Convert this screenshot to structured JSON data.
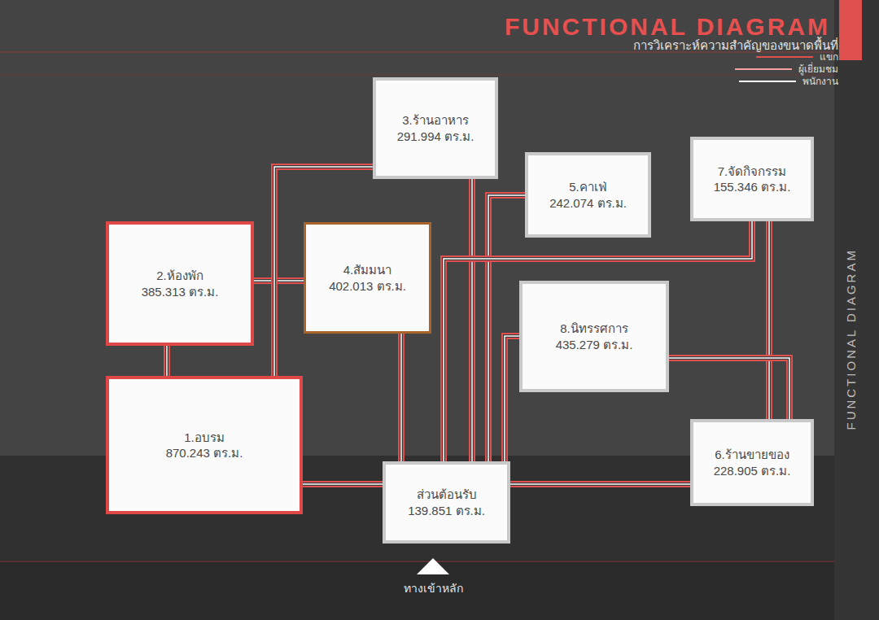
{
  "diagram": {
    "title": "FUNCTIONAL DIAGRAM",
    "nodes": [
      {
        "text": [
          "3.ร้านอาหาร",
          "291.994 ตร.ม."
        ]
      },
      {
        "text": [
          "5.คาเฟ่",
          "242.074 ตร.ม."
        ]
      },
      {
        "text": [
          "7.จัดกิจกรรม",
          "155.346 ตร.ม."
        ]
      },
      {
        "text": [
          "2.ห้องพัก",
          "385.313 ตร.ม."
        ]
      },
      {
        "text": [
          "4.สัมมนา",
          "402.013 ตร.ม."
        ]
      },
      {
        "text": [
          "8.นิทรรศการ",
          "435.279 ตร.ม."
        ]
      },
      {
        "text": [
          "1.อบรม",
          "870.243 ตร.ม."
        ]
      },
      {
        "text": [
          "6.ร้านขายของ",
          "228.905 ตร.ม."
        ]
      },
      {
        "text": [
          "ส่วนต้อนรับ",
          "139.851 ตร.ม."
        ]
      }
    ],
    "edges": [
      {
        "from": 3,
        "to": 6,
        "arrow": "none"
      },
      {
        "from": 3,
        "to": 4,
        "arrow": "none"
      },
      {
        "from": 0,
        "to": 6,
        "arrow": "none"
      },
      {
        "from": 8,
        "to": 6,
        "arrow": "none"
      },
      {
        "from": 8,
        "to": 7,
        "arrow": "none"
      },
      {
        "from": 8,
        "to": 0,
        "arrow": "none"
      },
      {
        "from": 4,
        "to": 8,
        "arrow": "none"
      },
      {
        "from": 8,
        "to": 1,
        "arrow": "none"
      },
      {
        "from": 8,
        "to": 5,
        "arrow": "none"
      },
      {
        "from": 8,
        "to": 2,
        "arrow": "none"
      },
      {
        "from": 2,
        "to": 7,
        "arrow": "none"
      },
      {
        "from": 5,
        "to": 7,
        "arrow": "none"
      }
    ],
    "labels": [
      "การวิเคราะห์ความสำคัญของขนาดพื้นที่",
      "ทางเข้าหลัก",
      "FUNCTIONAL DIAGRAM"
    ],
    "legend": [
      {
        "text": "แขก"
      },
      {
        "text": "ผู้เยี่ยมชม"
      },
      {
        "text": "พนักงาน"
      }
    ]
  }
}
